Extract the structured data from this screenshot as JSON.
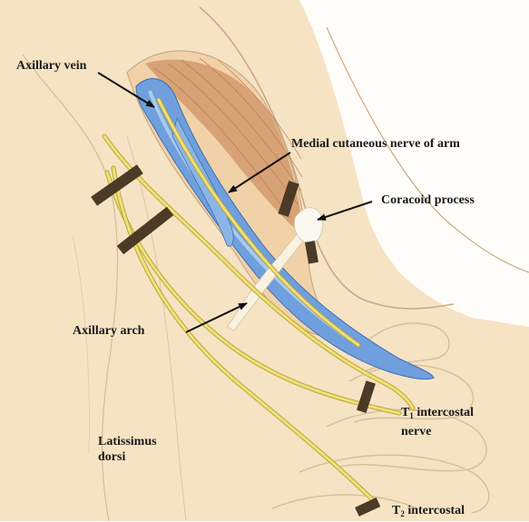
{
  "labels": {
    "axillary_vein": "Axillary vein",
    "medial_cutaneous_nerve": "Medial cutaneous nerve of arm",
    "coracoid_process": "Coracoid process",
    "axillary_arch": "Axillary arch",
    "t1_prefix": "T",
    "t1_sub": "1",
    "t1_suffix": " intercostal",
    "t1_line2": "nerve",
    "latissimus_line1": "Latissimus",
    "latissimus_line2": "dorsi",
    "t2_prefix": "T",
    "t2_sub": "2",
    "t2_suffix": " intercostal"
  },
  "colors": {
    "background": "#fffdf9",
    "skin": "#f6e3c4",
    "skin_outline": "#c9ab84",
    "muscle": "#d39a6e",
    "vein": "#6f9fdc",
    "vein_highlight": "#b9d3f2",
    "nerve": "#efe07a",
    "nerve_outline": "#b9a63a",
    "retractor": "#4a3a26",
    "arrow": "#111111"
  }
}
